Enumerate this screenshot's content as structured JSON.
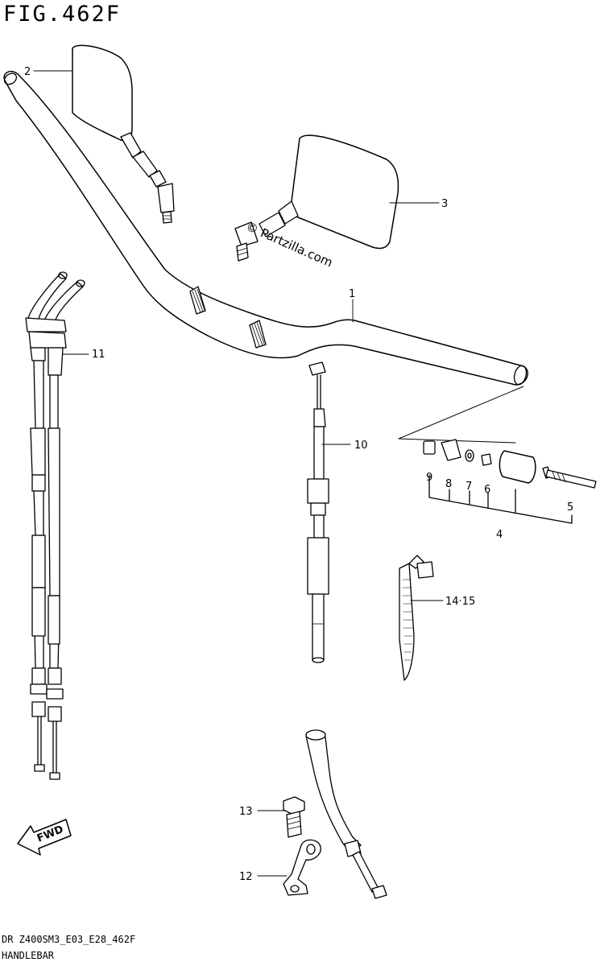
{
  "figure": {
    "title": "FIG.462F",
    "model_code": "DR Z400SM3_E03_E28_462F",
    "section_name": "HANDLEBAR"
  },
  "watermark": "© Partzilla.com",
  "fwd_label": "FWD",
  "callouts": [
    {
      "id": "1",
      "label": "1"
    },
    {
      "id": "2",
      "label": "2"
    },
    {
      "id": "3",
      "label": "3"
    },
    {
      "id": "4",
      "label": "4"
    },
    {
      "id": "5",
      "label": "5"
    },
    {
      "id": "6",
      "label": "6"
    },
    {
      "id": "7",
      "label": "7"
    },
    {
      "id": "8",
      "label": "8"
    },
    {
      "id": "9",
      "label": "9"
    },
    {
      "id": "10",
      "label": "10"
    },
    {
      "id": "11",
      "label": "11"
    },
    {
      "id": "12",
      "label": "12"
    },
    {
      "id": "13",
      "label": "13"
    },
    {
      "id": "14-15",
      "label": "14·15"
    }
  ]
}
